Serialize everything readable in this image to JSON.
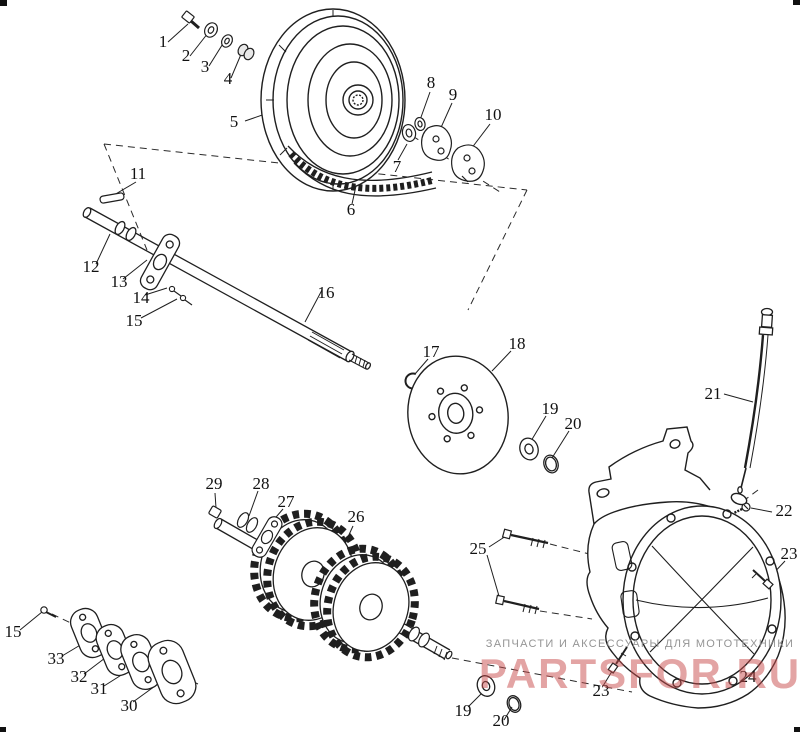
{
  "diagram": {
    "callouts": [
      {
        "label": "1"
      },
      {
        "label": "2"
      },
      {
        "label": "3"
      },
      {
        "label": "4"
      },
      {
        "label": "5"
      },
      {
        "label": "6"
      },
      {
        "label": "7"
      },
      {
        "label": "8"
      },
      {
        "label": "9"
      },
      {
        "label": "10"
      },
      {
        "label": "11"
      },
      {
        "label": "12"
      },
      {
        "label": "13"
      },
      {
        "label": "14"
      },
      {
        "label": "15"
      },
      {
        "label": "16"
      },
      {
        "label": "17"
      },
      {
        "label": "18"
      },
      {
        "label": "19"
      },
      {
        "label": "20"
      },
      {
        "label": "21"
      },
      {
        "label": "22"
      },
      {
        "label": "23"
      },
      {
        "label": "24"
      },
      {
        "label": "25"
      },
      {
        "label": "26"
      },
      {
        "label": "27"
      },
      {
        "label": "28"
      },
      {
        "label": "29"
      },
      {
        "label": "30"
      },
      {
        "label": "31"
      },
      {
        "label": "32"
      },
      {
        "label": "33"
      },
      {
        "label": "15"
      },
      {
        "label": "19"
      },
      {
        "label": "20"
      },
      {
        "label": "23"
      }
    ]
  },
  "watermark": {
    "tagline": "ЗАПЧАСТИ И АКСЕССУАРЫ ДЛЯ МОТОТЕХНИКИ",
    "site": "PARTSFOR.RU",
    "tagline_color": "#8f8f8f",
    "site_color": "#c94b4b"
  },
  "colors": {
    "ink": "#1f1f1f",
    "paper": "#ffffff"
  }
}
